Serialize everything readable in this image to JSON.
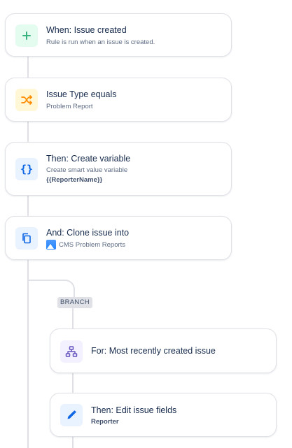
{
  "steps": [
    {
      "title": "When: Issue created",
      "subtitle": "Rule is run when an issue is created.",
      "icon": "plus-icon"
    },
    {
      "title": "Issue Type equals",
      "subtitle": "Problem Report",
      "icon": "shuffle-icon"
    },
    {
      "title": "Then: Create variable",
      "subtitle": "Create smart value variable",
      "detail": "{{ReporterName}}",
      "icon": "braces-icon"
    },
    {
      "title": "And: Clone issue into",
      "subtitle": "CMS Problem Reports",
      "icon": "copy-icon"
    }
  ],
  "branch": {
    "label": "BRANCH",
    "steps": [
      {
        "title": "For: Most recently created issue",
        "icon": "hierarchy-icon"
      },
      {
        "title": "Then: Edit issue fields",
        "subtitle": "Reporter",
        "icon": "pencil-icon"
      }
    ]
  },
  "colors": {
    "trigger_bg": "#e3fcef",
    "trigger_fg": "#36b37e",
    "condition_bg": "#fff7d6",
    "condition_fg": "#ff8b00",
    "action_bg": "#e9f2ff",
    "action_fg": "#0c66e4",
    "branch_bg": "#f3f0ff",
    "branch_fg": "#6554c0"
  }
}
